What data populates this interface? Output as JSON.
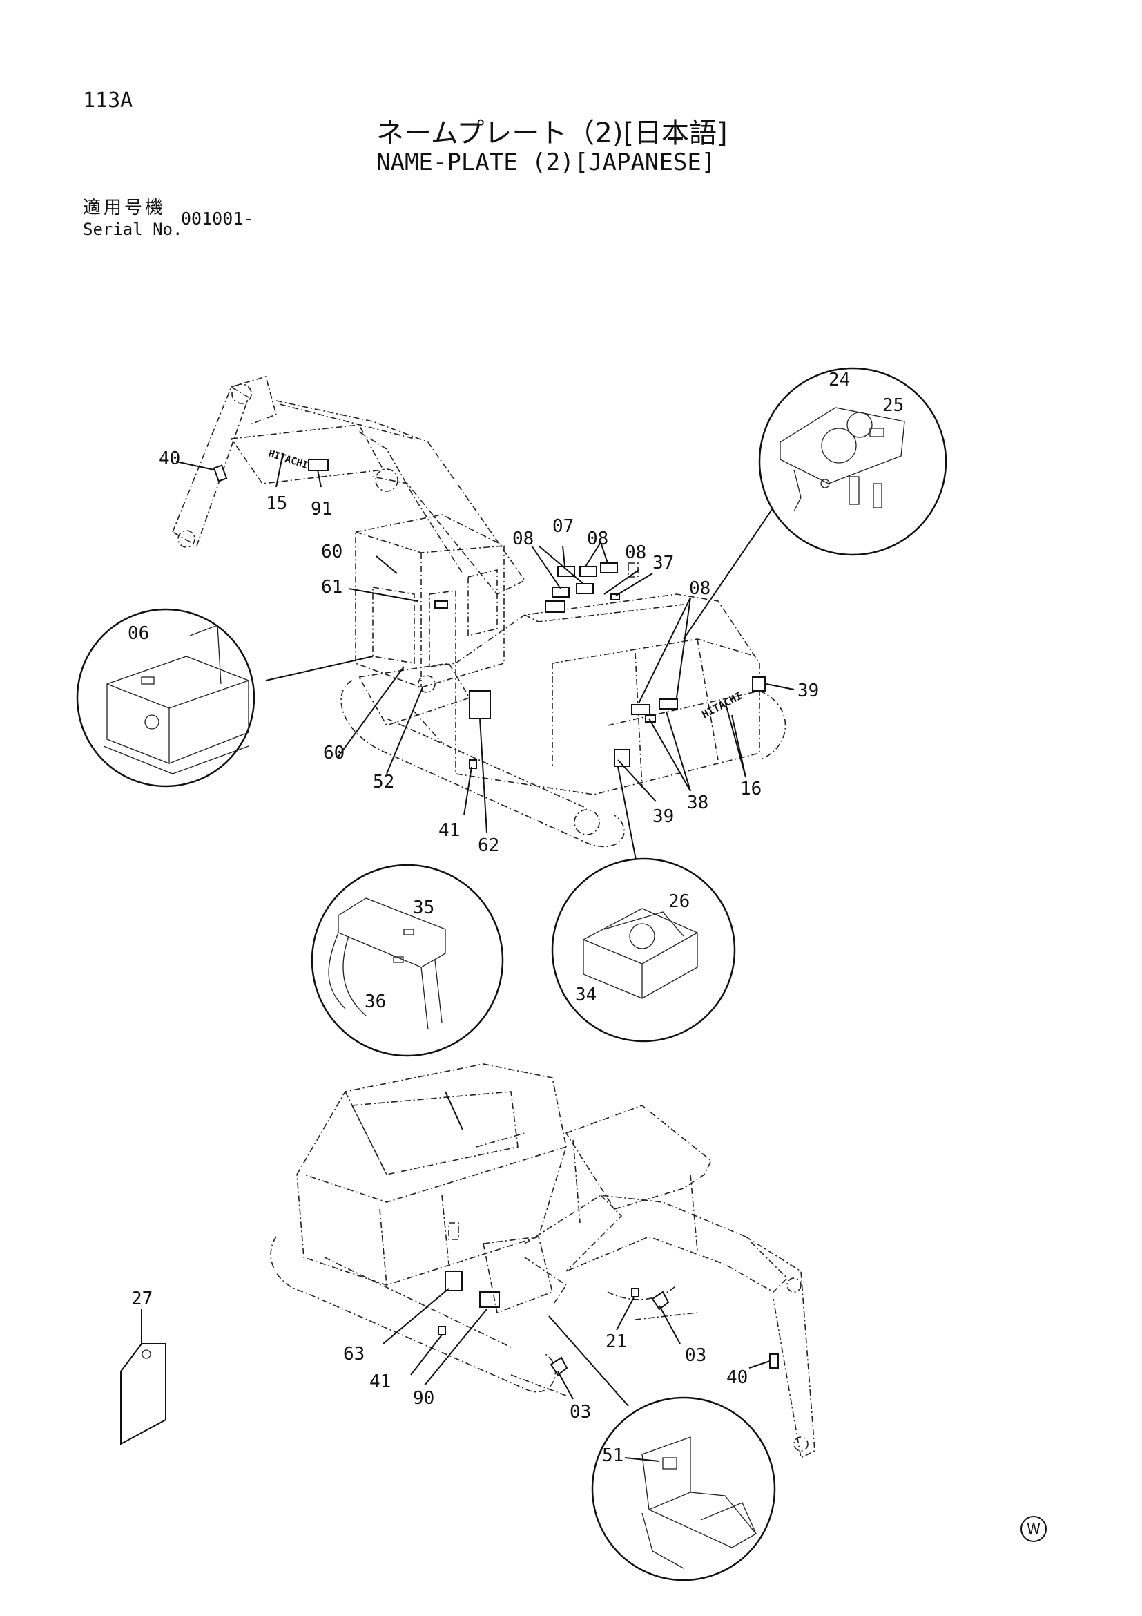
{
  "header": {
    "page_number": "113A",
    "title_jp": "ネームプレート（2)[日本語]",
    "title_en": "NAME-PLATE (2)[JAPANESE]",
    "serial_label_jp": "適用号機",
    "serial_label_en": "Serial No.",
    "serial_value": "001001-"
  },
  "brand_text": "HITACHI",
  "watermark": "W",
  "callouts": {
    "c40a": "40",
    "c15": "15",
    "c91": "91",
    "c60a": "60",
    "c61": "61",
    "c08a": "08",
    "c07": "07",
    "c08b": "08",
    "c08c": "08",
    "c37": "37",
    "c08d": "08",
    "c24": "24",
    "c25": "25",
    "c06": "06",
    "c60b": "60",
    "c52": "52",
    "c41a": "41",
    "c62": "62",
    "c39a": "39",
    "c39b": "39",
    "c38": "38",
    "c16": "16",
    "c35": "35",
    "c36": "36",
    "c26": "26",
    "c34": "34",
    "c27": "27",
    "c63": "63",
    "c41b": "41",
    "c90": "90",
    "c03a": "03",
    "c21": "21",
    "c03b": "03",
    "c40b": "40",
    "c51": "51"
  }
}
